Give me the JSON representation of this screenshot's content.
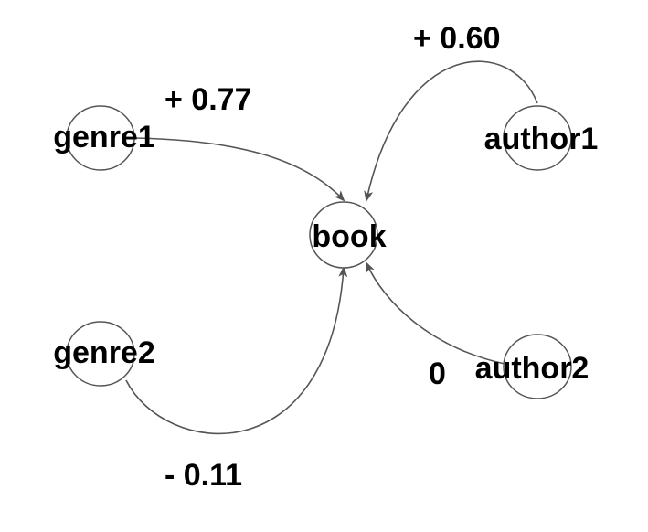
{
  "nodes": {
    "genre1": "genre1",
    "genre2": "genre2",
    "author1": "author1",
    "author2": "author2",
    "book": "book"
  },
  "edges": {
    "genre1_book": "+ 0.77",
    "author1_book": "+ 0.60",
    "genre2_book": "- 0.11",
    "author2_book": "0"
  },
  "colors": {
    "stroke": "#555555",
    "text": "#000000",
    "background": "#ffffff"
  }
}
